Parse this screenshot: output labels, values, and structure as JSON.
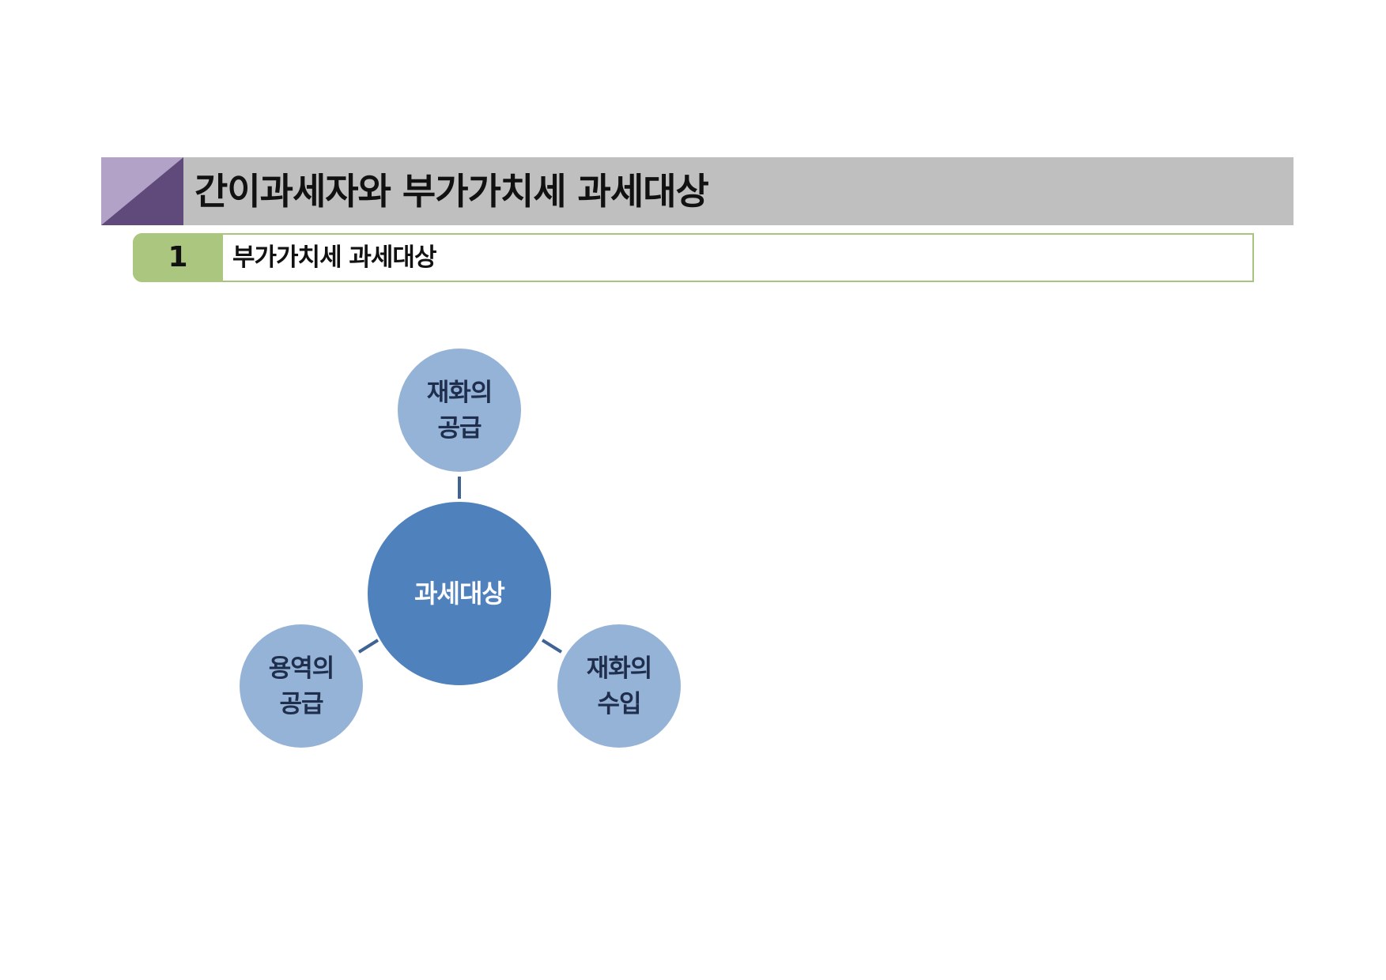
{
  "header": {
    "title": "간이과세자와 부가가치세 과세대상"
  },
  "section": {
    "number": "1",
    "title": "부가가치세 과세대상"
  },
  "diagram": {
    "center": "과세대상",
    "nodes": [
      {
        "line1": "재화의",
        "line2": "공급"
      },
      {
        "line1": "용역의",
        "line2": "공급"
      },
      {
        "line1": "재화의",
        "line2": "수입"
      }
    ]
  },
  "colors": {
    "title_bar": "#bfbfbf",
    "title_corner_light": "#b3a2c7",
    "title_corner_dark": "#604a7b",
    "section_accent": "#abc67f",
    "center_fill": "#4f81bd",
    "node_fill": "#95b3d7",
    "connector": "#3f6494",
    "node_text": "#1f2e4d"
  }
}
